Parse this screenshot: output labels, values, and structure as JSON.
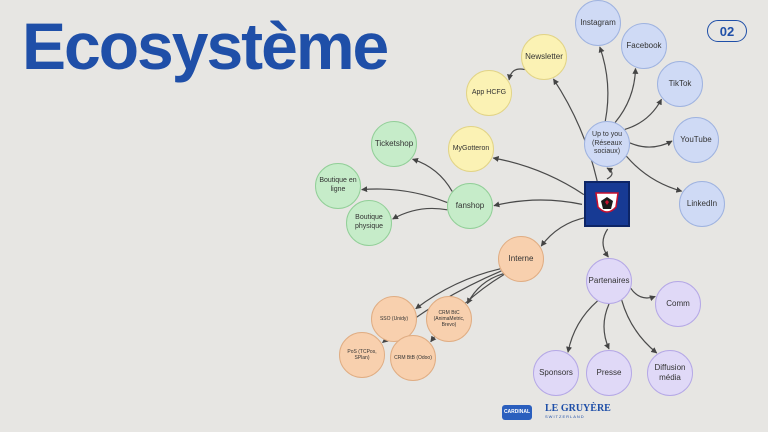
{
  "title": "Ecosystème",
  "page_number": "02",
  "logos": {
    "cardinal": "CARDINAL",
    "gruyere": "LE GRUYÈRE",
    "gruyere_sub": "SWITZERLAND"
  },
  "colors": {
    "title_blue": "#1f4fa8",
    "social_blue": "#cfdaf5",
    "yellow": "#fbf2b4",
    "green": "#c6ecc9",
    "orange": "#f8d0ae",
    "purple": "#e0d9f7",
    "center_navy": "#173a94"
  },
  "center": {
    "icon": "hockey-club-crest-icon"
  },
  "nodes": [
    {
      "id": "instagram",
      "label": "Instagram"
    },
    {
      "id": "facebook",
      "label": "Facebook"
    },
    {
      "id": "tiktok",
      "label": "TikTok"
    },
    {
      "id": "youtube",
      "label": "YouTube"
    },
    {
      "id": "linkedin",
      "label": "LinkedIn"
    },
    {
      "id": "upto",
      "label": "Up to you (Réseaux sociaux)"
    },
    {
      "id": "newsletter",
      "label": "Newsletter"
    },
    {
      "id": "apphcfg",
      "label": "App HCFG"
    },
    {
      "id": "mygotteron",
      "label": "MyGotteron"
    },
    {
      "id": "ticketshop",
      "label": "Ticketshop"
    },
    {
      "id": "fanshop",
      "label": "fanshop"
    },
    {
      "id": "boutique_ligne",
      "label": "Boutique en ligne"
    },
    {
      "id": "boutique_phys",
      "label": "Boutique physique"
    },
    {
      "id": "interne",
      "label": "Interne"
    },
    {
      "id": "ssO",
      "label": "SSO (Unidy)"
    },
    {
      "id": "crmbc",
      "label": "CRM BtC (AnimaMetric, Brevo)"
    },
    {
      "id": "pos",
      "label": "PoS (TCPos, SPlan)"
    },
    {
      "id": "crmbb",
      "label": "CRM BtB (Odoo)"
    },
    {
      "id": "partenaires",
      "label": "Partenaires"
    },
    {
      "id": "comm",
      "label": "Comm"
    },
    {
      "id": "sponsors",
      "label": "Sponsors"
    },
    {
      "id": "presse",
      "label": "Presse"
    },
    {
      "id": "diffusion",
      "label": "Diffusion média"
    }
  ],
  "edges": [
    [
      "center",
      "upto"
    ],
    [
      "center",
      "newsletter"
    ],
    [
      "center",
      "mygotteron"
    ],
    [
      "center",
      "fanshop"
    ],
    [
      "center",
      "interne"
    ],
    [
      "center",
      "partenaires"
    ],
    [
      "upto",
      "instagram"
    ],
    [
      "upto",
      "facebook"
    ],
    [
      "upto",
      "tiktok"
    ],
    [
      "upto",
      "youtube"
    ],
    [
      "upto",
      "linkedin"
    ],
    [
      "newsletter",
      "apphcfg"
    ],
    [
      "fanshop",
      "ticketshop"
    ],
    [
      "fanshop",
      "boutique_ligne"
    ],
    [
      "fanshop",
      "boutique_phys"
    ],
    [
      "interne",
      "ssO"
    ],
    [
      "interne",
      "crmbc"
    ],
    [
      "interne",
      "pos"
    ],
    [
      "interne",
      "crmbb"
    ],
    [
      "partenaires",
      "comm"
    ],
    [
      "partenaires",
      "sponsors"
    ],
    [
      "partenaires",
      "presse"
    ],
    [
      "partenaires",
      "diffusion"
    ]
  ]
}
